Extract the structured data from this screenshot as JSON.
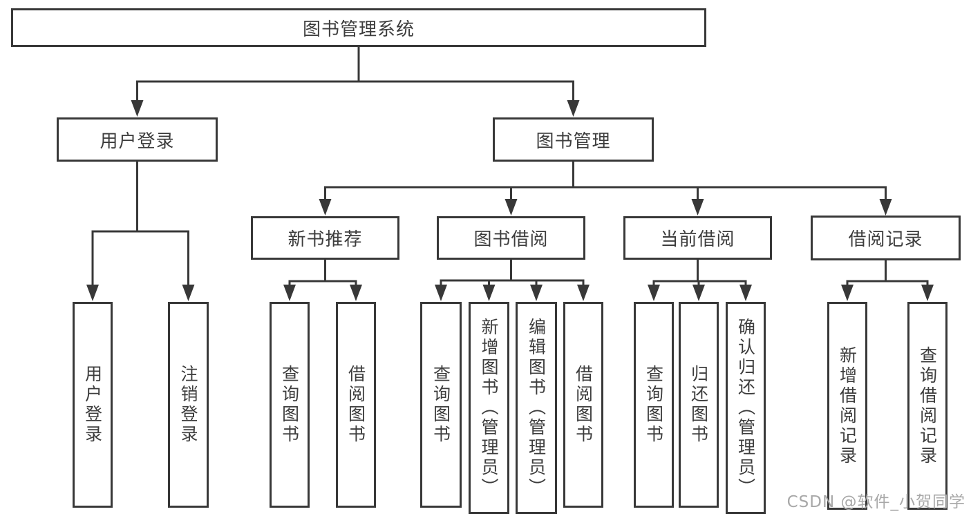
{
  "tree": {
    "label": "图书管理系统",
    "children": [
      {
        "label": "用户登录",
        "children": [
          {
            "label": "用户登录"
          },
          {
            "label": "注销登录"
          }
        ]
      },
      {
        "label": "图书管理",
        "children": [
          {
            "label": "新书推荐",
            "children": [
              {
                "label": "查询图书"
              },
              {
                "label": "借阅图书"
              }
            ]
          },
          {
            "label": "图书借阅",
            "children": [
              {
                "label": "查询图书"
              },
              {
                "label": "新增图书（管理员）"
              },
              {
                "label": "编辑图书（管理员）"
              },
              {
                "label": "借阅图书"
              }
            ]
          },
          {
            "label": "当前借阅",
            "children": [
              {
                "label": "查询图书"
              },
              {
                "label": "归还图书"
              },
              {
                "label": "确认归还（管理员）"
              }
            ]
          },
          {
            "label": "借阅记录",
            "children": [
              {
                "label": "新增借阅记录"
              },
              {
                "label": "查询借阅记录"
              }
            ]
          }
        ]
      }
    ]
  },
  "watermark": {
    "text": "CSDN @软件_小贺同学"
  },
  "colors": {
    "line": "#383838",
    "box_border": "#383838",
    "text": "#3d3d3d",
    "watermark": "#a8a8a8",
    "background": "#ffffff"
  }
}
